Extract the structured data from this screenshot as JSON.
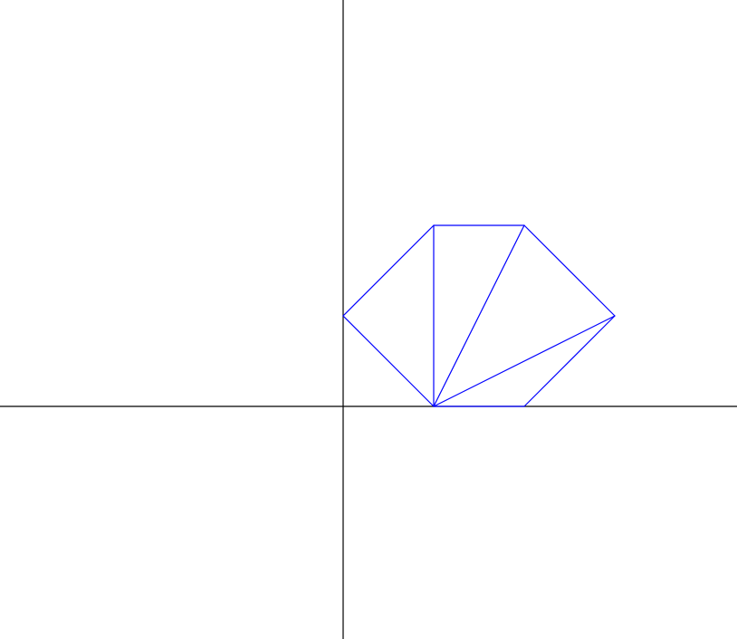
{
  "diagram": {
    "type": "geometric-construction",
    "colors": {
      "axes": "#000000",
      "shape": "#0000ff",
      "background": "#ffffff"
    },
    "axes": {
      "x_range": [
        -3.79,
        4.35
      ],
      "y_range": [
        -2.57,
        4.49
      ],
      "grid": false,
      "tick_labels": false
    },
    "vertices": [
      {
        "id": "A",
        "x": 1,
        "y": 0
      },
      {
        "id": "B",
        "x": 2,
        "y": 0
      },
      {
        "id": "C",
        "x": 3,
        "y": 1
      },
      {
        "id": "D",
        "x": 2,
        "y": 2
      },
      {
        "id": "E",
        "x": 1,
        "y": 2
      },
      {
        "id": "F",
        "x": 0,
        "y": 1
      }
    ],
    "polygon_outline": [
      "A",
      "B",
      "C",
      "D",
      "E",
      "F"
    ],
    "fan_diagonals": [
      [
        "A",
        "E"
      ],
      [
        "A",
        "D"
      ],
      [
        "A",
        "C"
      ]
    ]
  }
}
